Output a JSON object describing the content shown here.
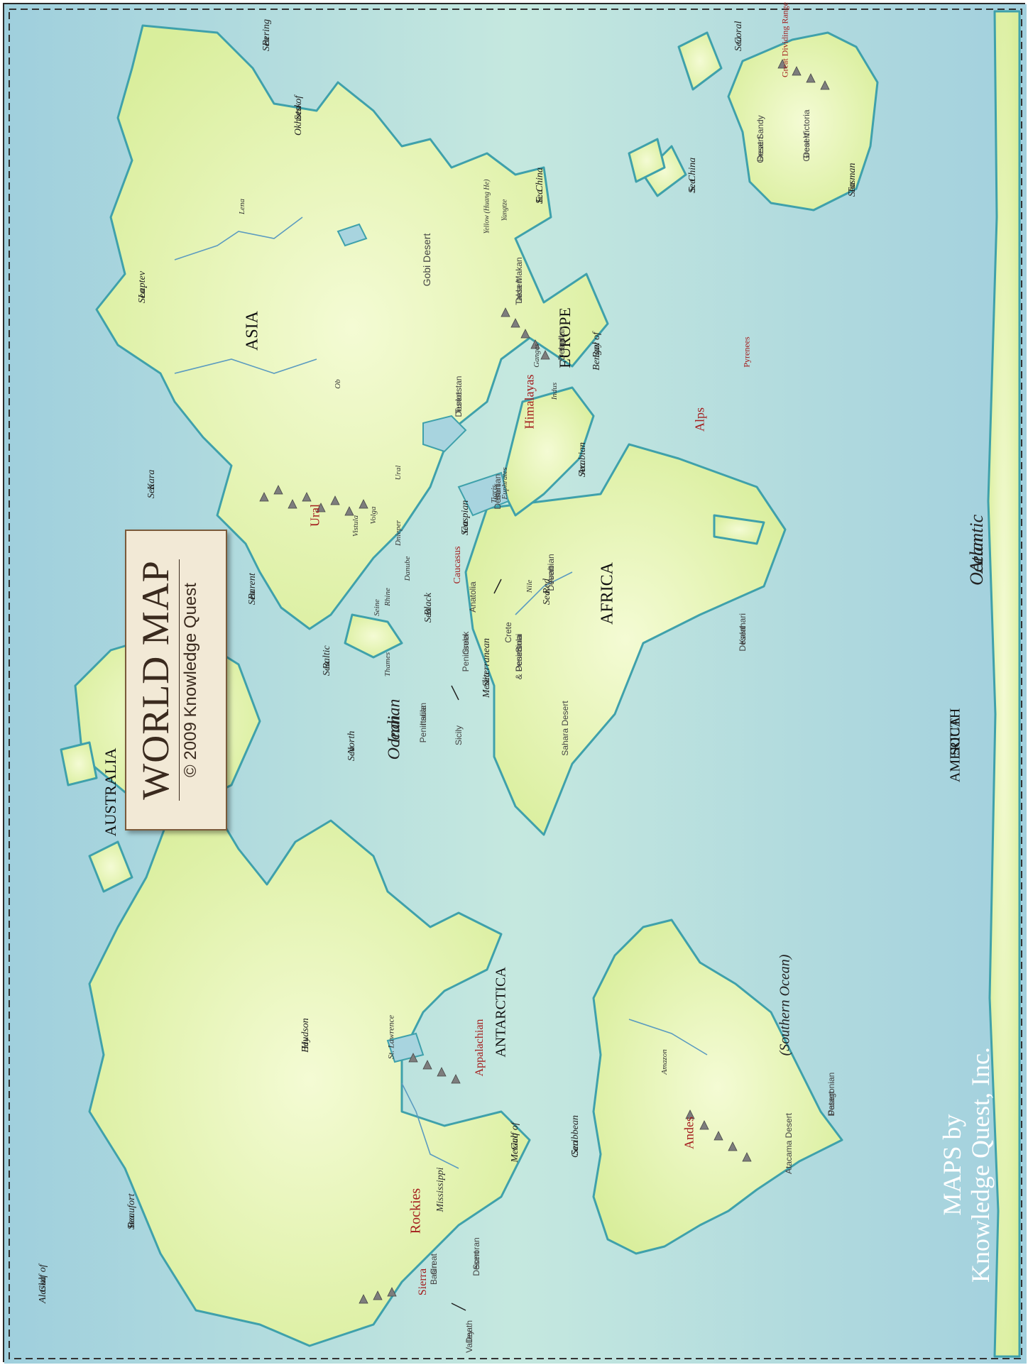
{
  "title_panel": {
    "title": "WORLD MAP",
    "copyright": "© 2009 Knowledge Quest"
  },
  "credit": {
    "line1": "MAPS by",
    "line2": "Knowledge Quest, Inc."
  },
  "colors": {
    "ocean": "#a8d4df",
    "land": "#e6f3b2",
    "coast": "#46a9b0",
    "mountain_label": "#a31d1d",
    "river": "#5b9bc0"
  },
  "icons": {
    "mountains": "mountain-range-icon",
    "arrow": "pointer-arrow-icon",
    "lake": "lake-icon",
    "island": "island-icon"
  },
  "labels": {
    "continents": {
      "asia": "ASIA",
      "europe": "EUROPE",
      "africa": "AFRICA",
      "australia": "AUSTRALIA",
      "north_america": "NORTH AMERICA",
      "south_america_1": "SOUTH",
      "south_america_2": "AMERICA",
      "antarctica": "ANTARCTICA"
    },
    "oceans": {
      "arctic_1": "Arctic",
      "arctic_2": "Ocean",
      "atlantic_1": "Atlantic",
      "atlantic_2": "Ocean",
      "pacific_1": "Pacific",
      "pacific_2": "Ocean",
      "indian_1": "Indian",
      "indian_2": "Ocean",
      "southern": "(Southern Ocean)"
    },
    "seas": {
      "bering_1": "Bering",
      "bering_2": "Sea",
      "okhotsk_1": "Sea of",
      "okhotsk_2": "Okhotsk",
      "laptev_1": "Laptev",
      "laptev_2": "Sea",
      "kara_1": "Kara",
      "kara_2": "Sea",
      "barent_1": "Barent",
      "barent_2": "Sea",
      "baltic_1": "Baltic",
      "baltic_2": "Sea",
      "north_1": "North",
      "north_2": "Sea",
      "black_1": "Black",
      "black_2": "Sea",
      "caspian_1": "Caspian",
      "caspian_2": "Sea",
      "mediterranean_1": "Mediterranean",
      "mediterranean_2": "Sea",
      "red_1": "Red",
      "red_2": "Sea",
      "arabian_1": "Arabian",
      "arabian_2": "Sea",
      "bengal_1": "Bay of",
      "bengal_2": "Bengal",
      "echina_1": "E. China",
      "echina_2": "Sea",
      "schina_1": "S. China",
      "schina_2": "Sea",
      "coral_1": "Coral",
      "coral_2": "Sea",
      "tasman_1": "Tasman",
      "tasman_2": "Sea",
      "hudson_1": "Hudson",
      "hudson_2": "Bay",
      "beaufort_1": "Beaufort",
      "beaufort_2": "Sea",
      "gulf_mexico_1": "Gulf of",
      "gulf_mexico_2": "Mexico",
      "caribbean_1": "Caribbean",
      "caribbean_2": "Sea",
      "alaska_1": "Gulf of",
      "alaska_2": "Alaska"
    },
    "mountains": {
      "ural": "Ural",
      "caucasus": "Caucasus",
      "himalayas": "Himalayas",
      "alps": "Alps",
      "pyrenees": "Pyrenees",
      "rockies": "Rockies",
      "appalachian": "Appalachian",
      "sierra": "Sierra",
      "andes": "Andes",
      "great_dividing": "Great Dividing Range"
    },
    "deserts": {
      "gobi": "Gobi Desert",
      "taklamakan_1": "Takla Makan",
      "taklamakan_2": "Desert",
      "indian_1": "Indian",
      "indian_2": "Desert",
      "turkestan_1": "Turkestan",
      "turkestan_2": "Desert",
      "iranian_1": "Iranian",
      "iranian_2": "Desert",
      "arabian_1": "Arabian",
      "arabian_2": "Desert",
      "sahara": "Sahara Desert",
      "kalahari_1": "Kalahari",
      "kalahari_2": "Desert",
      "sinai_1": "Sinai",
      "sinai_2": "Peninsula",
      "sinai_3": "& Desert",
      "great_sandy_1": "Great Sandy",
      "great_sandy_2": "Desert",
      "great_victoria_1": "Great Victoria",
      "great_victoria_2": "Desert",
      "great_basin_1": "Great",
      "great_basin_2": "Basin",
      "sonoran_1": "Sonoran",
      "sonoran_2": "Desert",
      "death_valley_1": "Death",
      "death_valley_2": "Valley",
      "atacama": "Atacama Desert",
      "patagonian_1": "Patagonian",
      "patagonian_2": "Desert"
    },
    "rivers": {
      "lena": "Lena",
      "ob": "Ob",
      "ural_river": "Ural",
      "volga": "Volga",
      "dnieper": "Dnieper",
      "vistula": "Vistula",
      "danube": "Danube",
      "rhine": "Rhine",
      "seine": "Seine",
      "thames": "Thames",
      "tigris": "Tigris",
      "euphrates": "Euphrates",
      "nile": "Nile",
      "indus": "Indus",
      "ganges": "Ganges",
      "yellow": "Yellow (Huang He)",
      "yangtze": "Yangtze",
      "mississippi": "Mississippi",
      "st_lawrence": "St. Lawrence",
      "amazon": "Amazon"
    },
    "regions": {
      "anatolia": "Anatolia",
      "greek_1": "Greek",
      "greek_2": "Peninsula",
      "italian_1": "Italian",
      "italian_2": "Peninsula",
      "sicily": "Sicily",
      "crete": "Crete"
    }
  }
}
